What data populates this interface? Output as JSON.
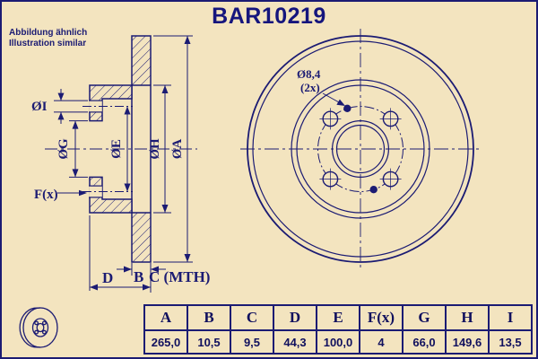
{
  "header": {
    "title": "BAR10219",
    "disclaimer_line1": "Abbildung ähnlich",
    "disclaimer_line2": "Illustration similar"
  },
  "drawing": {
    "section_labels": {
      "dia_i": "ØI",
      "dia_g": "ØG",
      "dia_e": "ØE",
      "dia_h": "ØH",
      "dia_a": "ØA",
      "f_count": "F(x)",
      "b": "B",
      "c_mth": "C (MTH)",
      "d": "D"
    },
    "front_labels": {
      "pin_hole_dia": "Ø8,4",
      "pin_hole_count": "(2x)"
    }
  },
  "table": {
    "headers": [
      "A",
      "B",
      "C",
      "D",
      "E",
      "F(x)",
      "G",
      "H",
      "I"
    ],
    "values": [
      "265,0",
      "10,5",
      "9,5",
      "44,3",
      "100,0",
      "4",
      "66,0",
      "149,6",
      "13,5"
    ]
  },
  "colors": {
    "background": "#f3e4bf",
    "ink": "#1b1b73"
  }
}
